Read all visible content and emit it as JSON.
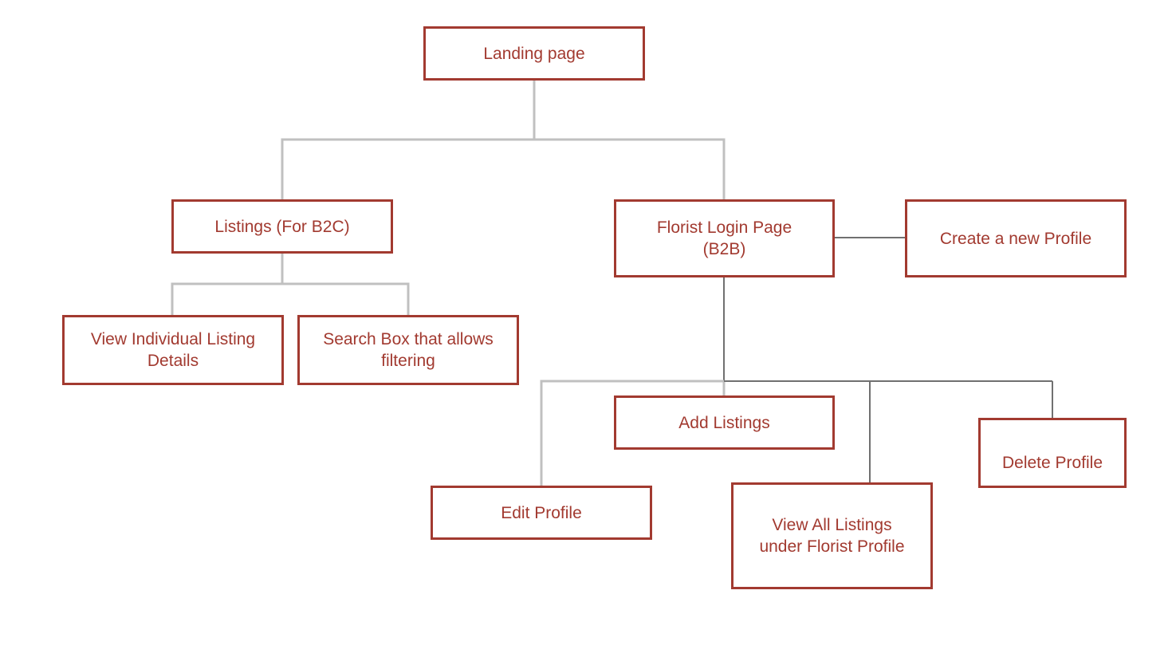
{
  "nodes": {
    "landing": "Landing page",
    "listings_b2c": "Listings (For B2C)",
    "florist_login": "Florist Login Page\n(B2B)",
    "create_profile": "Create a new Profile",
    "view_listing_details": "View Individual Listing\nDetails",
    "search_box": "Search Box that allows\nfiltering",
    "add_listings": "Add Listings",
    "delete_profile": "Delete Profile",
    "edit_profile": "Edit Profile",
    "view_all_listings": "View All Listings\nunder Florist Profile"
  },
  "colors": {
    "node_border": "#a23a30",
    "node_text": "#a23a30",
    "connector_light": "#c0c0c0",
    "connector_dark": "#707070"
  }
}
